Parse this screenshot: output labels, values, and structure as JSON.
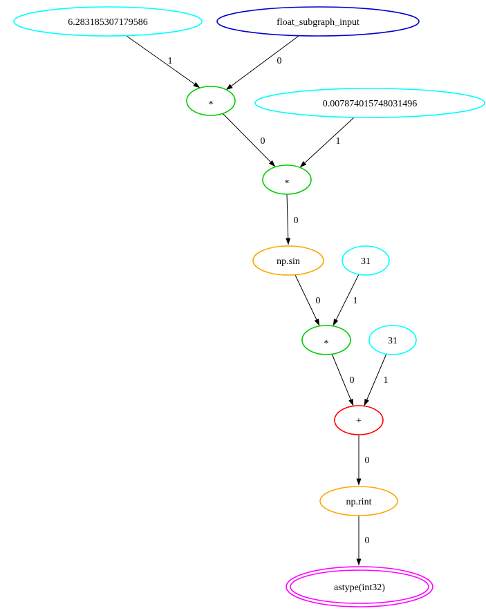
{
  "graph": {
    "background": "#ffffff",
    "edge_color": "#000000",
    "nodes": [
      {
        "id": "const_two_pi",
        "label": "6.283185307179586",
        "color": "#00ffff",
        "shape": "ellipse"
      },
      {
        "id": "float_subgraph_input",
        "label": "float_subgraph_input",
        "color": "#0000cd",
        "shape": "ellipse"
      },
      {
        "id": "mul_1",
        "label": "*",
        "color": "#00cc00",
        "shape": "ellipse"
      },
      {
        "id": "const_small",
        "label": "0.007874015748031496",
        "color": "#00ffff",
        "shape": "ellipse"
      },
      {
        "id": "mul_2",
        "label": "*",
        "color": "#00cc00",
        "shape": "ellipse"
      },
      {
        "id": "np_sin",
        "label": "np.sin",
        "color": "#ffa500",
        "shape": "ellipse"
      },
      {
        "id": "const_31_a",
        "label": "31",
        "color": "#00ffff",
        "shape": "ellipse"
      },
      {
        "id": "mul_3",
        "label": "*",
        "color": "#00cc00",
        "shape": "ellipse"
      },
      {
        "id": "const_31_b",
        "label": "31",
        "color": "#00ffff",
        "shape": "ellipse"
      },
      {
        "id": "add",
        "label": "+",
        "color": "#ff0000",
        "shape": "ellipse"
      },
      {
        "id": "np_rint",
        "label": "np.rint",
        "color": "#ffa500",
        "shape": "ellipse"
      },
      {
        "id": "astype_int32",
        "label": "astype(int32)",
        "color": "#ff00ff",
        "shape": "double-ellipse"
      }
    ],
    "edges": [
      {
        "from": "const_two_pi",
        "to": "mul_1",
        "label": "1"
      },
      {
        "from": "float_subgraph_input",
        "to": "mul_1",
        "label": "0"
      },
      {
        "from": "mul_1",
        "to": "mul_2",
        "label": "0"
      },
      {
        "from": "const_small",
        "to": "mul_2",
        "label": "1"
      },
      {
        "from": "mul_2",
        "to": "np_sin",
        "label": "0"
      },
      {
        "from": "np_sin",
        "to": "mul_3",
        "label": "0"
      },
      {
        "from": "const_31_a",
        "to": "mul_3",
        "label": "1"
      },
      {
        "from": "mul_3",
        "to": "add",
        "label": "0"
      },
      {
        "from": "const_31_b",
        "to": "add",
        "label": "1"
      },
      {
        "from": "add",
        "to": "np_rint",
        "label": "0"
      },
      {
        "from": "np_rint",
        "to": "astype_int32",
        "label": "0"
      }
    ]
  }
}
